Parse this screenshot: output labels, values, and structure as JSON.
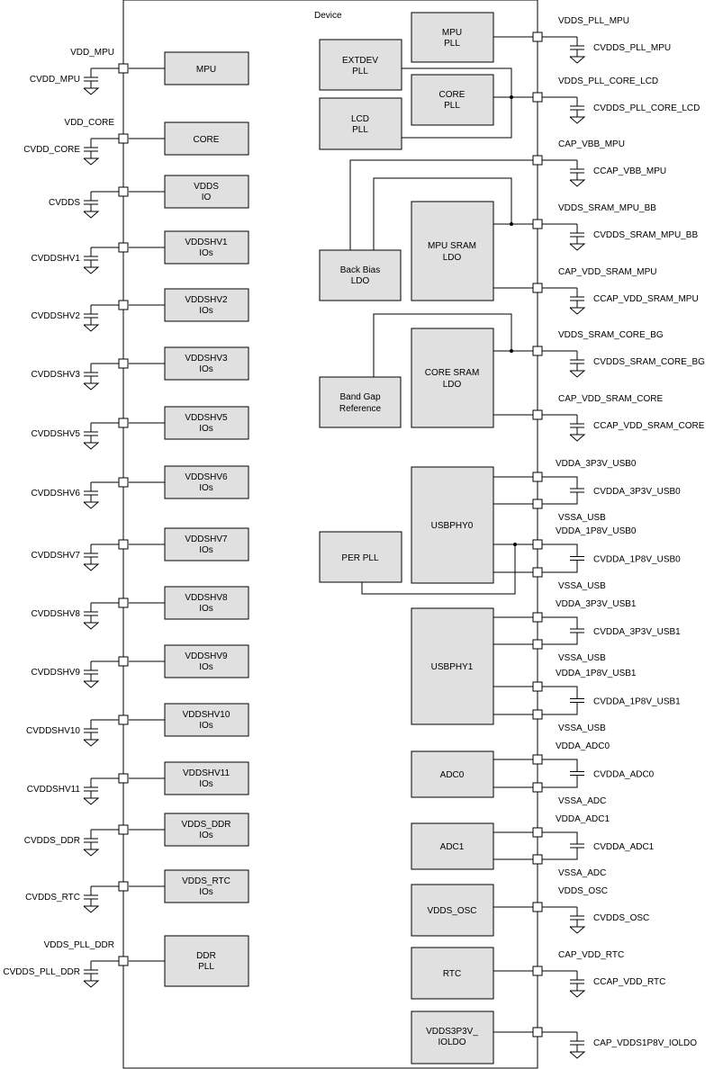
{
  "device_label": "Device",
  "left_blocks": [
    {
      "line1": "MPU",
      "line2": ""
    },
    {
      "line1": "CORE",
      "line2": ""
    },
    {
      "line1": "VDDS",
      "line2": "IO"
    },
    {
      "line1": "VDDSHV1",
      "line2": "IOs"
    },
    {
      "line1": "VDDSHV2",
      "line2": "IOs"
    },
    {
      "line1": "VDDSHV3",
      "line2": "IOs"
    },
    {
      "line1": "VDDSHV5",
      "line2": "IOs"
    },
    {
      "line1": "VDDSHV6",
      "line2": "IOs"
    },
    {
      "line1": "VDDSHV7",
      "line2": "IOs"
    },
    {
      "line1": "VDDSHV8",
      "line2": "IOs"
    },
    {
      "line1": "VDDSHV9",
      "line2": "IOs"
    },
    {
      "line1": "VDDSHV10",
      "line2": "IOs"
    },
    {
      "line1": "VDDSHV11",
      "line2": "IOs"
    },
    {
      "line1": "VDDS_DDR",
      "line2": "IOs"
    },
    {
      "line1": "VDDS_RTC",
      "line2": "IOs"
    },
    {
      "line1": "DDR",
      "line2": "PLL"
    }
  ],
  "left_pins": [
    {
      "supply": "VDD_MPU",
      "cap": "CVDD_MPU"
    },
    {
      "supply": "VDD_CORE",
      "cap": "CVDD_CORE"
    },
    {
      "supply": "",
      "cap": "CVDDS"
    },
    {
      "supply": "",
      "cap": "CVDDSHV1"
    },
    {
      "supply": "",
      "cap": "CVDDSHV2"
    },
    {
      "supply": "",
      "cap": "CVDDSHV3"
    },
    {
      "supply": "",
      "cap": "CVDDSHV5"
    },
    {
      "supply": "",
      "cap": "CVDDSHV6"
    },
    {
      "supply": "",
      "cap": "CVDDSHV7"
    },
    {
      "supply": "",
      "cap": "CVDDSHV8"
    },
    {
      "supply": "",
      "cap": "CVDDSHV9"
    },
    {
      "supply": "",
      "cap": "CVDDSHV10"
    },
    {
      "supply": "",
      "cap": "CVDDSHV11"
    },
    {
      "supply": "",
      "cap": "CVDDS_DDR"
    },
    {
      "supply": "",
      "cap": "CVDDS_RTC"
    },
    {
      "supply": "VDDS_PLL_DDR",
      "cap": "CVDDS_PLL_DDR"
    }
  ],
  "inner_blocks": {
    "mpu_pll": {
      "line1": "MPU",
      "line2": "PLL"
    },
    "extdev_pll": {
      "line1": "EXTDEV",
      "line2": "PLL"
    },
    "core_pll": {
      "line1": "CORE",
      "line2": "PLL"
    },
    "lcd_pll": {
      "line1": "LCD",
      "line2": "PLL"
    },
    "back_bias_ldo": {
      "line1": "Back Bias",
      "line2": "LDO"
    },
    "mpu_sram_ldo": {
      "line1": "MPU SRAM",
      "line2": "LDO"
    },
    "band_gap": {
      "line1": "Band Gap",
      "line2": "Reference"
    },
    "core_sram_ldo": {
      "line1": "CORE SRAM",
      "line2": "LDO"
    },
    "usbphy0": {
      "line1": "USBPHY0",
      "line2": ""
    },
    "per_pll": {
      "line1": "PER PLL",
      "line2": ""
    },
    "usbphy1": {
      "line1": "USBPHY1",
      "line2": ""
    },
    "adc0": {
      "line1": "ADC0",
      "line2": ""
    },
    "adc1": {
      "line1": "ADC1",
      "line2": ""
    },
    "vdds_osc": {
      "line1": "VDDS_OSC",
      "line2": ""
    },
    "rtc": {
      "line1": "RTC",
      "line2": ""
    },
    "vdds3p3v": {
      "line1": "VDDS3P3V_",
      "line2": "IOLDO"
    }
  },
  "right_pins": [
    {
      "supply": "VDDS_PLL_MPU",
      "cap": "CVDDS_PLL_MPU"
    },
    {
      "supply": "VDDS_PLL_CORE_LCD",
      "cap": "CVDDS_PLL_CORE_LCD"
    },
    {
      "supply": "CAP_VBB_MPU",
      "cap": "CCAP_VBB_MPU"
    },
    {
      "supply": "VDDS_SRAM_MPU_BB",
      "cap": "CVDDS_SRAM_MPU_BB"
    },
    {
      "supply": "CAP_VDD_SRAM_MPU",
      "cap": "CCAP_VDD_SRAM_MPU"
    },
    {
      "supply": "VDDS_SRAM_CORE_BG",
      "cap": "CVDDS_SRAM_CORE_BG"
    },
    {
      "supply": "CAP_VDD_SRAM_CORE",
      "cap": "CCAP_VDD_SRAM_CORE"
    },
    {
      "supply": "VDDS_OSC",
      "cap": "CVDDS_OSC"
    },
    {
      "supply": "CAP_VDD_RTC",
      "cap": "CCAP_VDD_RTC"
    },
    {
      "supply": "",
      "cap": "CAP_VDDS1P8V_IOLDO"
    }
  ],
  "right_pairs": [
    {
      "supply": "VDDA_3P3V_USB0",
      "cap": "CVDDA_3P3V_USB0",
      "ground": "VSSA_USB"
    },
    {
      "supply": "VDDA_1P8V_USB0",
      "cap": "CVDDA_1P8V_USB0",
      "ground": "VSSA_USB"
    },
    {
      "supply": "VDDA_3P3V_USB1",
      "cap": "CVDDA_3P3V_USB1",
      "ground": "VSSA_USB"
    },
    {
      "supply": "VDDA_1P8V_USB1",
      "cap": "CVDDA_1P8V_USB1",
      "ground": "VSSA_USB"
    },
    {
      "supply": "VDDA_ADC0",
      "cap": "CVDDA_ADC0",
      "ground": "VSSA_ADC"
    },
    {
      "supply": "VDDA_ADC1",
      "cap": "CVDDA_ADC1",
      "ground": "VSSA_ADC"
    }
  ]
}
